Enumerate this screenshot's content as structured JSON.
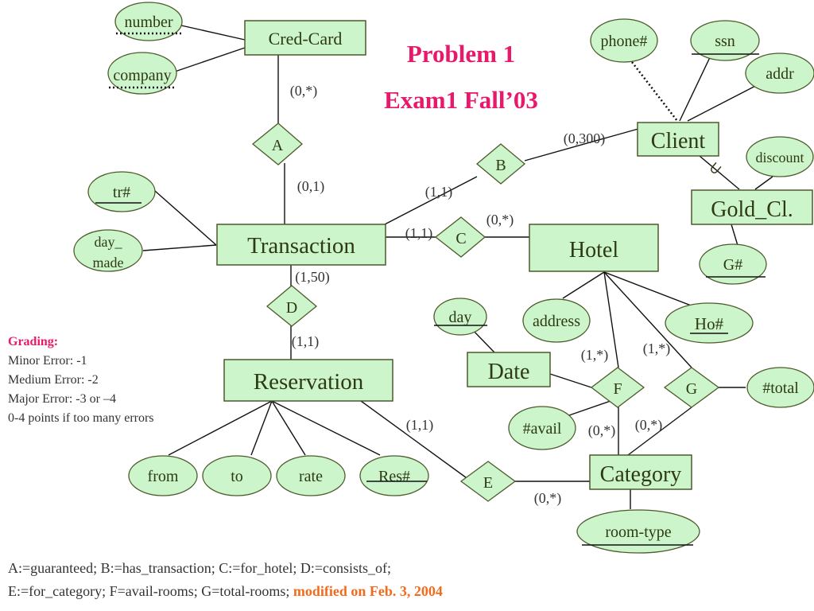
{
  "title": {
    "line1": "Problem 1",
    "line2": "Exam1 Fall’03",
    "color": "#e8186a"
  },
  "entities": {
    "cred_card": "Cred-Card",
    "client": "Client",
    "gold_cl": "Gold_Cl.",
    "transaction": "Transaction",
    "hotel": "Hotel",
    "reservation": "Reservation",
    "date": "Date",
    "category": "Category"
  },
  "attributes": {
    "number": "number",
    "company": "company",
    "phone": "phone#",
    "ssn": "ssn",
    "addr": "addr",
    "discount": "discount",
    "g_num": "G#",
    "tr_num": "tr#",
    "day_made_1": "day_",
    "day_made_2": "made",
    "day": "day",
    "address": "address",
    "ho_num": "Ho#",
    "total": "#total",
    "avail": "#avail",
    "from": "from",
    "to": "to",
    "rate": "rate",
    "res_num": "Res#",
    "room_type": "room-type"
  },
  "relationships": {
    "a": "A",
    "b": "B",
    "c": "C",
    "d": "D",
    "e": "E",
    "f": "F",
    "g": "G"
  },
  "cardinalities": {
    "a_credcard": "(0,*)",
    "a_transaction": "(0,1)",
    "b_client": "(0,300)",
    "b_transaction": "(1,1)",
    "c_transaction": "(1,1)",
    "c_hotel": "(0,*)",
    "d_transaction": "(1,50)",
    "d_reservation": "(1,1)",
    "e_reservation": "(1,1)",
    "e_category": "(0,*)",
    "f_hotel": "(1,*)",
    "f_category": "(0,*)",
    "g_hotel": "(1,*)",
    "g_category": "(0,*)"
  },
  "subset_symbol": "⊂",
  "grading": {
    "heading": "Grading:",
    "lines": [
      "Minor Error: -1",
      "Medium Error: -2",
      "Major Error: -3 or –4",
      "0-4 points if too many errors"
    ]
  },
  "legend": {
    "line1": "A:=guaranteed; B:=has_transaction; C:=for_hotel; D:=consists_of;",
    "line2": "E:=for_category; F=avail-rooms; G=total-rooms; ",
    "modified": "modified on Feb. 3, 2004",
    "modified_color": "#f26b1d"
  }
}
